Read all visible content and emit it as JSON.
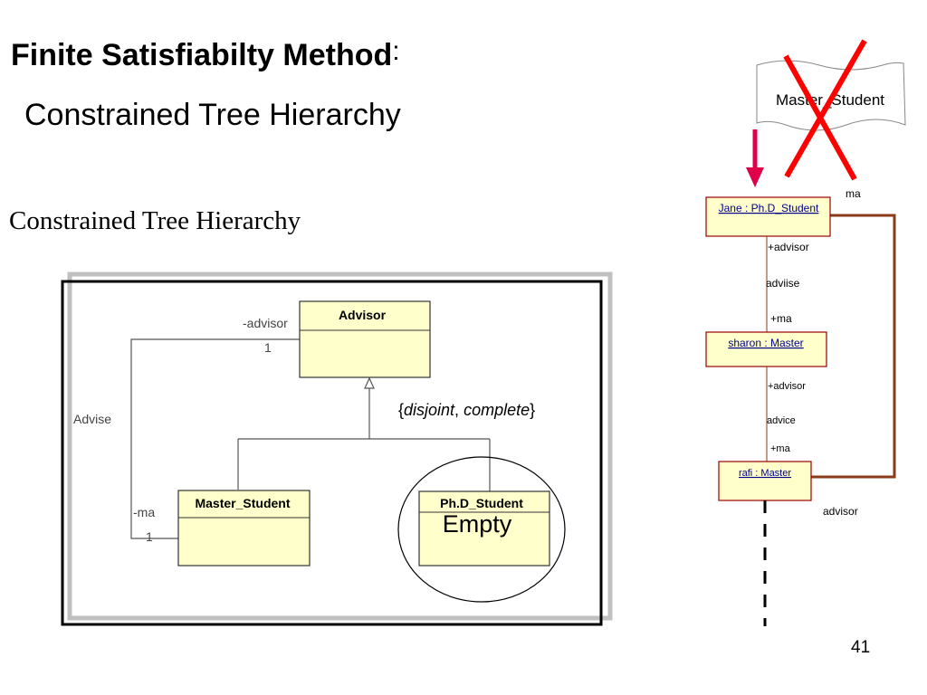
{
  "slide": {
    "title": "Finite Satisfiabilty Method",
    "title_colon": ":",
    "subtitle": "Constrained Tree Hierarchy",
    "section_heading": "Constrained Tree Hierarchy",
    "page_number": "41"
  },
  "class_diagram": {
    "classes": {
      "advisor": "Advisor",
      "master_student": "Master_Student",
      "phd_student": "Ph.D_Student"
    },
    "association": {
      "name": "Advise",
      "role_advisor": "-advisor",
      "mult_advisor": "1",
      "role_ma": "-ma",
      "mult_ma": "1"
    },
    "constraint": {
      "open": "{",
      "word1": "disjoint",
      "sep": ", ",
      "word2": "complete",
      "close": "}"
    },
    "empty_note": "Empty"
  },
  "object_diagram": {
    "crossed_class": "Master_Student",
    "role_ma_top": "ma",
    "objects": {
      "jane": "Jane : Ph.D_Student",
      "sharon": "sharon : Master",
      "rafi": "rafi : Master"
    },
    "links": {
      "advisor1": "+advisor",
      "assoc1": "adviise",
      "ma1": "+ma",
      "advisor2": "+advisor",
      "assoc2": "advice",
      "ma2": "+ma",
      "advisor_bottom": "advisor"
    }
  },
  "colors": {
    "class_fill": "#ffffcc",
    "class_border": "#333333",
    "object_border": "#990000",
    "link_brown": "#8b3a1a",
    "cross_red": "#ff0000",
    "arrow_pink": "#e0004a",
    "frame_gray": "#c0c0c0"
  }
}
